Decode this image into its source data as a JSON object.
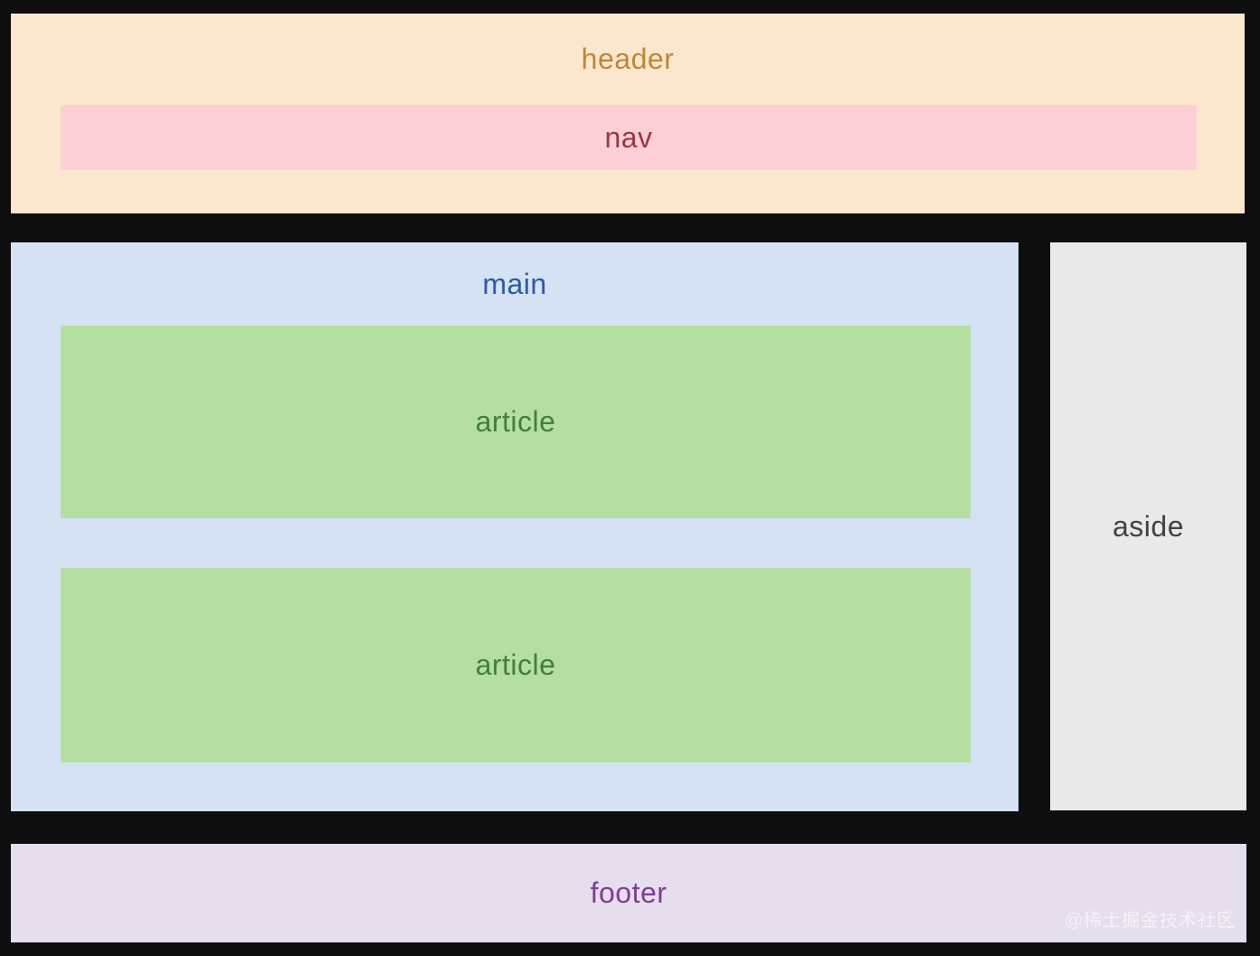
{
  "diagram": {
    "title_context": "HTML semantic layout diagram",
    "background_color": "#0e0e0e",
    "header": {
      "label": "header",
      "bg": "#fbe7cd",
      "text_color": "#c0853c"
    },
    "nav": {
      "label": "nav",
      "bg": "#fccfd6",
      "text_color": "#963a44"
    },
    "main": {
      "label": "main",
      "bg": "#d4e2f4",
      "text_color": "#2f5b9d"
    },
    "articles": [
      {
        "label": "article"
      },
      {
        "label": "article"
      }
    ],
    "article_style": {
      "bg": "#b5dfa0",
      "text_color": "#41803a"
    },
    "aside": {
      "label": "aside",
      "bg": "#e9e9e9",
      "text_color": "#424242"
    },
    "footer": {
      "label": "footer",
      "bg": "#e6dded",
      "text_color": "#7c3f93"
    },
    "watermark": {
      "label": "@稀土掘金技术社区",
      "color": "rgba(255,255,255,0.62)"
    }
  }
}
